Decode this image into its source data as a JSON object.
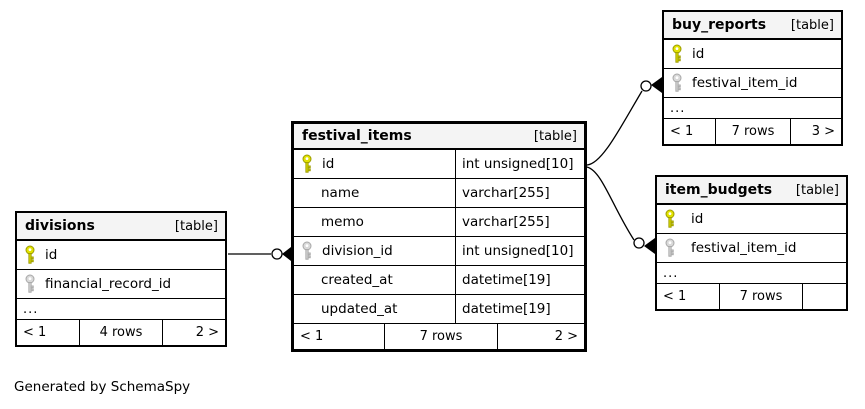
{
  "diagram": {
    "generator_note": "Generated by SchemaSpy"
  },
  "colors": {
    "primary-key": "#e2e200",
    "primary-key-stroke": "#9c9c00",
    "foreign-key": "#d9d9d9",
    "foreign-key-stroke": "#a8a8a8",
    "header-bg": "#f4f4f4",
    "line": "#000000"
  },
  "tables": {
    "divisions": {
      "title": "divisions",
      "badge": "[table]",
      "columns": [
        {
          "name": "id",
          "key": "primary"
        },
        {
          "name": "financial_record_id",
          "key": "foreign"
        }
      ],
      "ellipsis": "...",
      "pager": {
        "prev": "< 1",
        "rows": "4 rows",
        "next": "2 >"
      }
    },
    "festival_items": {
      "title": "festival_items",
      "badge": "[table]",
      "columns": [
        {
          "name": "id",
          "type": "int unsigned[10]",
          "key": "primary"
        },
        {
          "name": "name",
          "type": "varchar[255]"
        },
        {
          "name": "memo",
          "type": "varchar[255]"
        },
        {
          "name": "division_id",
          "type": "int unsigned[10]",
          "key": "foreign"
        },
        {
          "name": "created_at",
          "type": "datetime[19]"
        },
        {
          "name": "updated_at",
          "type": "datetime[19]"
        }
      ],
      "pager": {
        "prev": "< 1",
        "rows": "7 rows",
        "next": "2 >"
      }
    },
    "buy_reports": {
      "title": "buy_reports",
      "badge": "[table]",
      "columns": [
        {
          "name": "id",
          "key": "primary"
        },
        {
          "name": "festival_item_id",
          "key": "foreign"
        }
      ],
      "ellipsis": "...",
      "pager": {
        "prev": "< 1",
        "rows": "7 rows",
        "next": "3 >"
      }
    },
    "item_budgets": {
      "title": "item_budgets",
      "badge": "[table]",
      "columns": [
        {
          "name": "id",
          "key": "primary"
        },
        {
          "name": "festival_item_id",
          "key": "foreign"
        }
      ],
      "ellipsis": "...",
      "pager": {
        "prev": "< 1",
        "rows": "7 rows",
        "next": ""
      }
    }
  },
  "relationships": [
    {
      "from": "divisions.id",
      "to": "festival_items.division_id"
    },
    {
      "from": "festival_items.id",
      "to": "buy_reports.festival_item_id"
    },
    {
      "from": "festival_items.id",
      "to": "item_budgets.festival_item_id"
    }
  ]
}
